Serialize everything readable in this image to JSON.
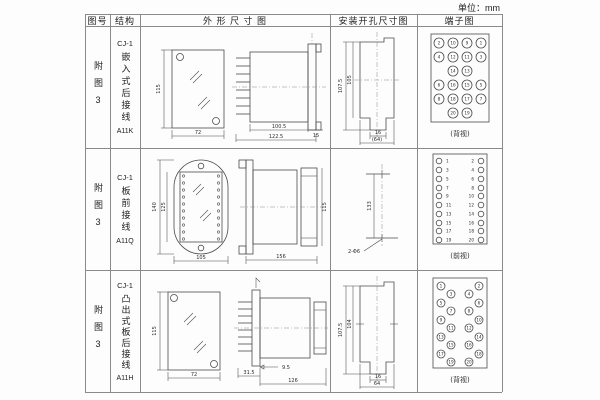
{
  "unit_label": "单位：mm",
  "header": {
    "fig": "图号",
    "struct": "结构",
    "outline": "外 形 尺 寸 图",
    "mount": "安装开孔尺寸图",
    "terminal": "端子图"
  },
  "rows": [
    {
      "fig": "附图3",
      "model": "CJ-1",
      "mount_type": "嵌入式后接线",
      "code": "A11K",
      "outline": {
        "front_h": "115",
        "front_w": "72",
        "body_len": "100.5",
        "flange_w": "15",
        "total_len": "122.5"
      },
      "mount": {
        "h_outer": "107.5",
        "h_inner": "105",
        "notch": "16",
        "total": "(64)"
      },
      "terminal": {
        "view_label": "(背视)",
        "grid": [
          [
            2,
            10,
            9,
            1
          ],
          [
            4,
            12,
            11,
            3
          ],
          [
            null,
            14,
            13,
            null
          ],
          [
            6,
            16,
            15,
            5
          ],
          [
            8,
            18,
            17,
            7
          ],
          [
            null,
            20,
            19,
            null
          ]
        ]
      }
    },
    {
      "fig": "附图3",
      "model": "CJ-1",
      "mount_type": "板前接线",
      "code": "A11Q",
      "outline": {
        "front_h": "140",
        "inner_h": "125",
        "front_w": "105",
        "body_len": "156",
        "side_h": "115"
      },
      "mount": {
        "spacing": "133",
        "holes": "2-Φ6"
      },
      "terminal": {
        "view_label": "(前视)",
        "pairs": [
          [
            1,
            2
          ],
          [
            3,
            4
          ],
          [
            5,
            6
          ],
          [
            7,
            8
          ],
          [
            9,
            10
          ],
          [
            11,
            12
          ],
          [
            13,
            14
          ],
          [
            15,
            16
          ],
          [
            17,
            18
          ],
          [
            19,
            20
          ]
        ]
      }
    },
    {
      "fig": "附图3",
      "model": "CJ-1",
      "mount_type": "凸出式板后接线",
      "code": "A11H",
      "outline": {
        "front_h": "115",
        "front_w": "72",
        "pins": "31.5",
        "offset": "9.5",
        "body_len": "126"
      },
      "mount": {
        "h_outer": "107.5",
        "h_inner": "104",
        "notch": "16",
        "total": "64"
      },
      "terminal": {
        "view_label": "(背视)",
        "grid": [
          [
            1,
            null,
            null,
            2
          ],
          [
            null,
            3,
            4,
            null
          ],
          [
            5,
            null,
            null,
            6
          ],
          [
            null,
            7,
            8,
            null
          ],
          [
            9,
            null,
            null,
            10
          ],
          [
            null,
            11,
            12,
            null
          ],
          [
            13,
            null,
            null,
            14
          ],
          [
            null,
            15,
            16,
            null
          ],
          [
            17,
            null,
            null,
            18
          ],
          [
            null,
            19,
            20,
            null
          ]
        ]
      }
    }
  ]
}
